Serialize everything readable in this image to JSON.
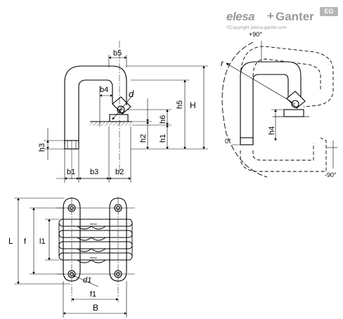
{
  "brand": {
    "name_part1": "elesa",
    "plus": "+",
    "name_part2": "Ganter",
    "badge": "EG",
    "copyright": "©Copyright [elesa-ganter.com"
  },
  "side_view_labels": {
    "b5": "b5",
    "b4": "b4",
    "d": "d",
    "h6": "h6",
    "h5": "h5",
    "H": "H",
    "h2": "h2",
    "h1": "h1",
    "h3": "h3",
    "b1": "b1",
    "b3": "b3",
    "b2": "b2"
  },
  "rotation_labels": {
    "r": "r",
    "plus90": "+90°",
    "zero": "0°",
    "h4": "h4",
    "minus90": "-90°"
  },
  "top_view_labels": {
    "L": "L",
    "f": "f",
    "l1": "l1",
    "d1": "d1",
    "f1": "f1",
    "B": "B",
    "plate_text_1": "elesa",
    "plate_text_2": "elesa"
  }
}
